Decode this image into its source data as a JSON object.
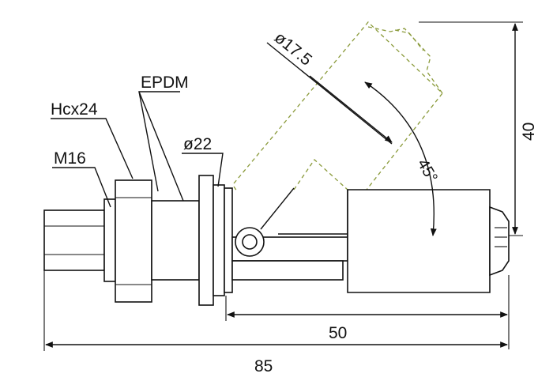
{
  "labels": {
    "thread": "M16",
    "hex": "Hcx24",
    "material": "EPDM",
    "flange_dia": "ø22",
    "float_dia": "ø17.5",
    "angle": "45°",
    "height": "40",
    "float_length": "50",
    "total_length": "85"
  }
}
